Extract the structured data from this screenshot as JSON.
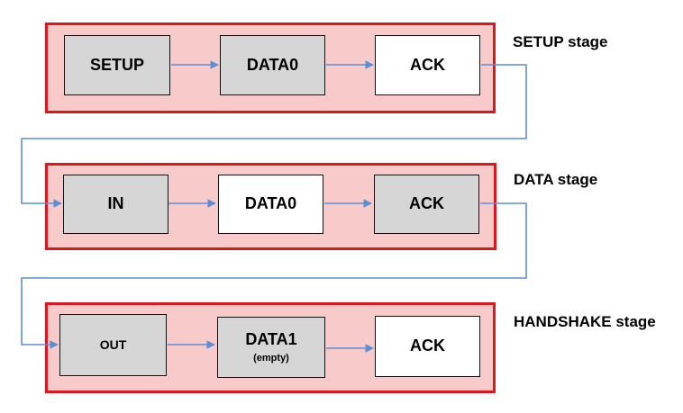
{
  "stages": [
    {
      "label": "SETUP stage",
      "packets": [
        {
          "text": "SETUP",
          "fill": "gray"
        },
        {
          "text": "DATA0",
          "fill": "gray"
        },
        {
          "text": "ACK",
          "fill": "white"
        }
      ]
    },
    {
      "label": "DATA stage",
      "packets": [
        {
          "text": "IN",
          "fill": "gray"
        },
        {
          "text": "DATA0",
          "fill": "white"
        },
        {
          "text": "ACK",
          "fill": "gray"
        }
      ]
    },
    {
      "label": "HANDSHAKE stage",
      "packets": [
        {
          "text": "OUT",
          "fill": "gray"
        },
        {
          "text": "DATA1",
          "sub": "(empty)",
          "fill": "gray"
        },
        {
          "text": "ACK",
          "fill": "white"
        }
      ]
    }
  ],
  "colors": {
    "stage_fill": "#f8caca",
    "stage_border": "#e0161f",
    "packet_gray": "#d6d6d6",
    "packet_white": "#ffffff",
    "arrow": "#5b8fd4"
  }
}
